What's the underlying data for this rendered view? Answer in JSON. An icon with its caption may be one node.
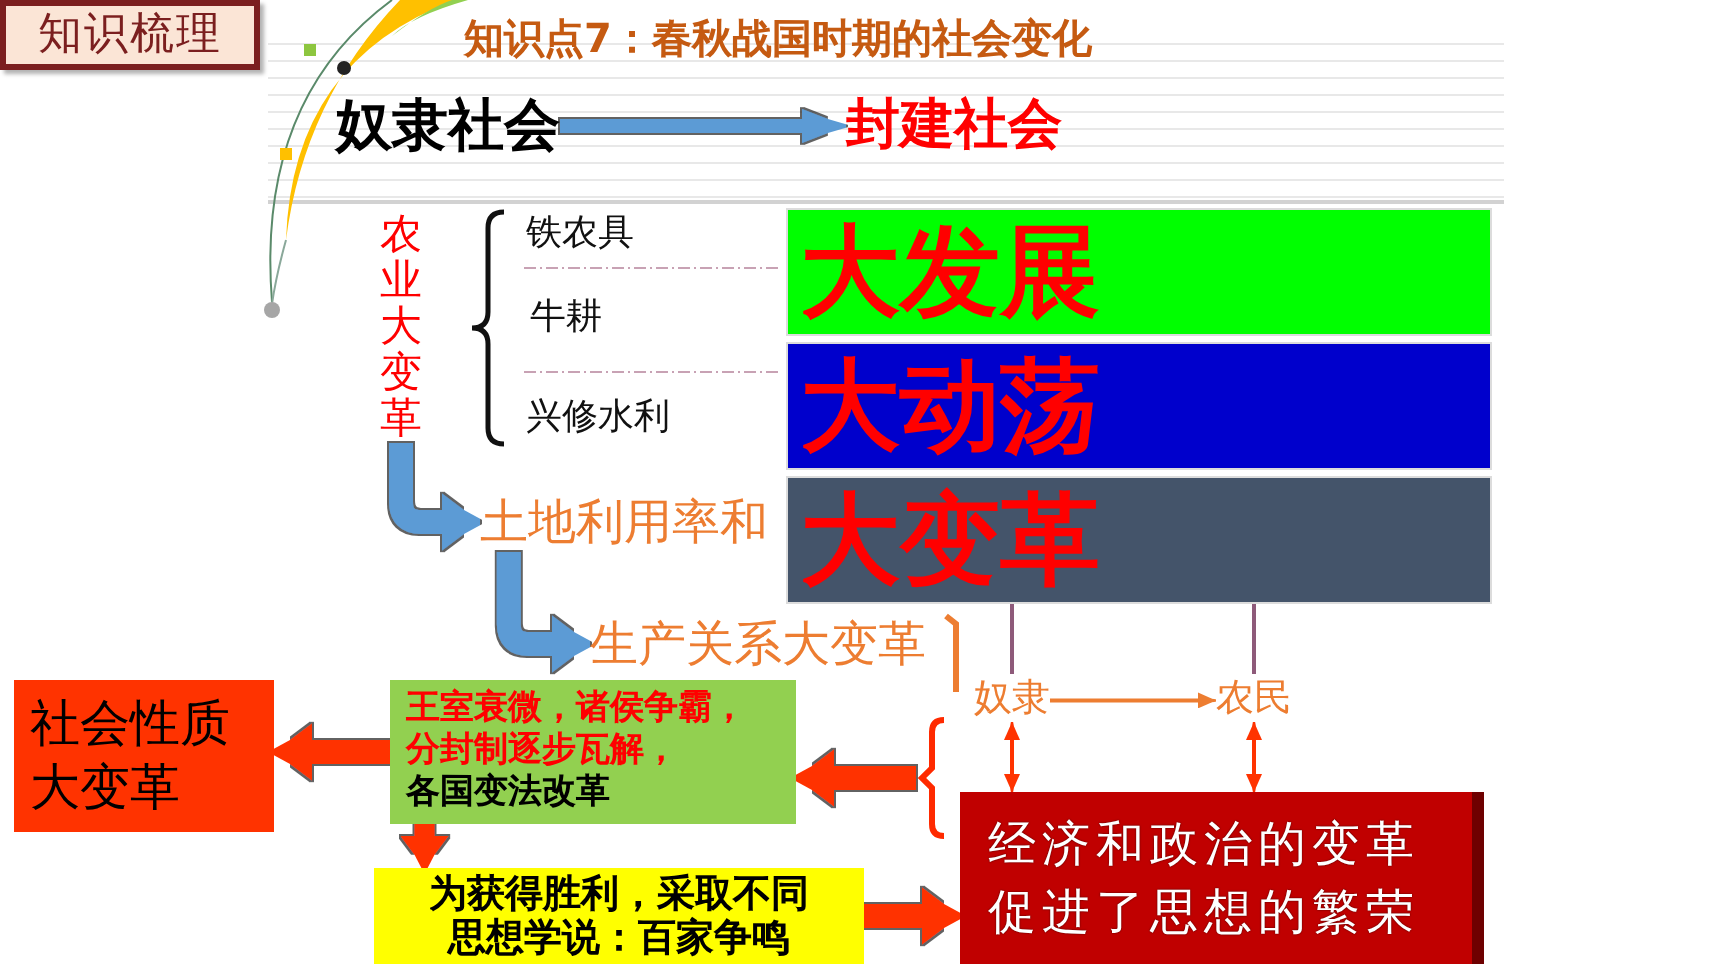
{
  "diagram": {
    "title": "知识点7：春秋战国时期的社会变化",
    "nodes": [
      {
        "text": [
          "知识梳理"
        ]
      },
      {
        "text": [
          "奴隶社会"
        ]
      },
      {
        "text": [
          "封建社会"
        ]
      },
      {
        "text": [
          "农业大变革"
        ]
      },
      {
        "text": [
          "大发展"
        ]
      },
      {
        "text": [
          "大动荡"
        ]
      },
      {
        "text": [
          "大变革"
        ]
      },
      {
        "text": [
          "土地利用率和"
        ]
      },
      {
        "text": [
          "生产关系大变革"
        ]
      },
      {
        "text": [
          "奴隶"
        ]
      },
      {
        "text": [
          "农民"
        ]
      },
      {
        "text": [
          "社会性质大变革"
        ]
      },
      {
        "text": [
          "王室衰微，诸侯争霸，分封制逐步瓦解，",
          "各国变法改革"
        ]
      },
      {
        "text": [],
        "shape": "brace"
      },
      {
        "text": [
          "为获得胜利，采取不同思想学说：百家争鸣"
        ]
      },
      {
        "text": [
          "经济和政治的变革促进了思想的繁荣"
        ]
      }
    ],
    "edges": [
      {
        "from": 1,
        "to": 2,
        "arrow": "to",
        "color": "#5b9bd5"
      },
      {
        "from": 3,
        "to": 7,
        "arrow": "to",
        "color": "#5b9bd5"
      },
      {
        "from": 7,
        "to": 8,
        "arrow": "to",
        "color": "#5b9bd5"
      },
      {
        "from": 6,
        "to": 9,
        "arrow": "none",
        "color": "#8e5a7a"
      },
      {
        "from": 6,
        "to": 10,
        "arrow": "none",
        "color": "#8e5a7a"
      },
      {
        "from": 9,
        "to": 10,
        "arrow": "to",
        "color": "#ed7d31"
      },
      {
        "from": 9,
        "to": 15,
        "arrow": "both"
      },
      {
        "from": 10,
        "to": 15,
        "arrow": "both"
      },
      {
        "from": 12,
        "to": 11,
        "arrow": "to"
      },
      {
        "from": 13,
        "to": 12,
        "arrow": "to"
      },
      {
        "from": 12,
        "to": 14,
        "arrow": "to"
      },
      {
        "from": 14,
        "to": 15,
        "arrow": "to"
      }
    ],
    "labels": [
      "铁农具",
      "牛耕",
      "兴修水利"
    ]
  }
}
